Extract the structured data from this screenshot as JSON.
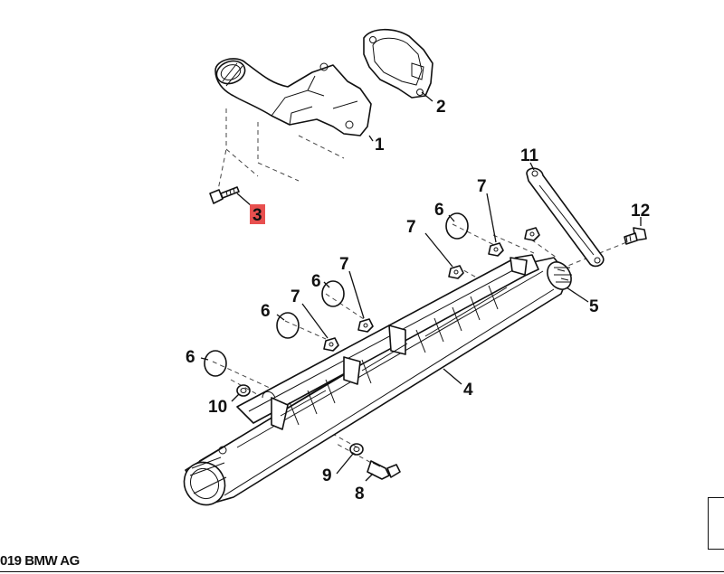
{
  "diagram": {
    "highlight_color": "#e8504f",
    "callouts": [
      {
        "id": "c1",
        "label": "1"
      },
      {
        "id": "c2",
        "label": "2"
      },
      {
        "id": "c3",
        "label": "3",
        "highlighted": true
      },
      {
        "id": "c4",
        "label": "4"
      },
      {
        "id": "c5",
        "label": "5"
      },
      {
        "id": "c6a",
        "label": "6"
      },
      {
        "id": "c6b",
        "label": "6"
      },
      {
        "id": "c6c",
        "label": "6"
      },
      {
        "id": "c6d",
        "label": "6"
      },
      {
        "id": "c7a",
        "label": "7"
      },
      {
        "id": "c7b",
        "label": "7"
      },
      {
        "id": "c7c",
        "label": "7"
      },
      {
        "id": "c7d",
        "label": "7"
      },
      {
        "id": "c8",
        "label": "8"
      },
      {
        "id": "c9",
        "label": "9"
      },
      {
        "id": "c10",
        "label": "10"
      },
      {
        "id": "c11",
        "label": "11"
      },
      {
        "id": "c12",
        "label": "12"
      }
    ]
  },
  "footer": {
    "copyright": "019 BMW AG"
  }
}
